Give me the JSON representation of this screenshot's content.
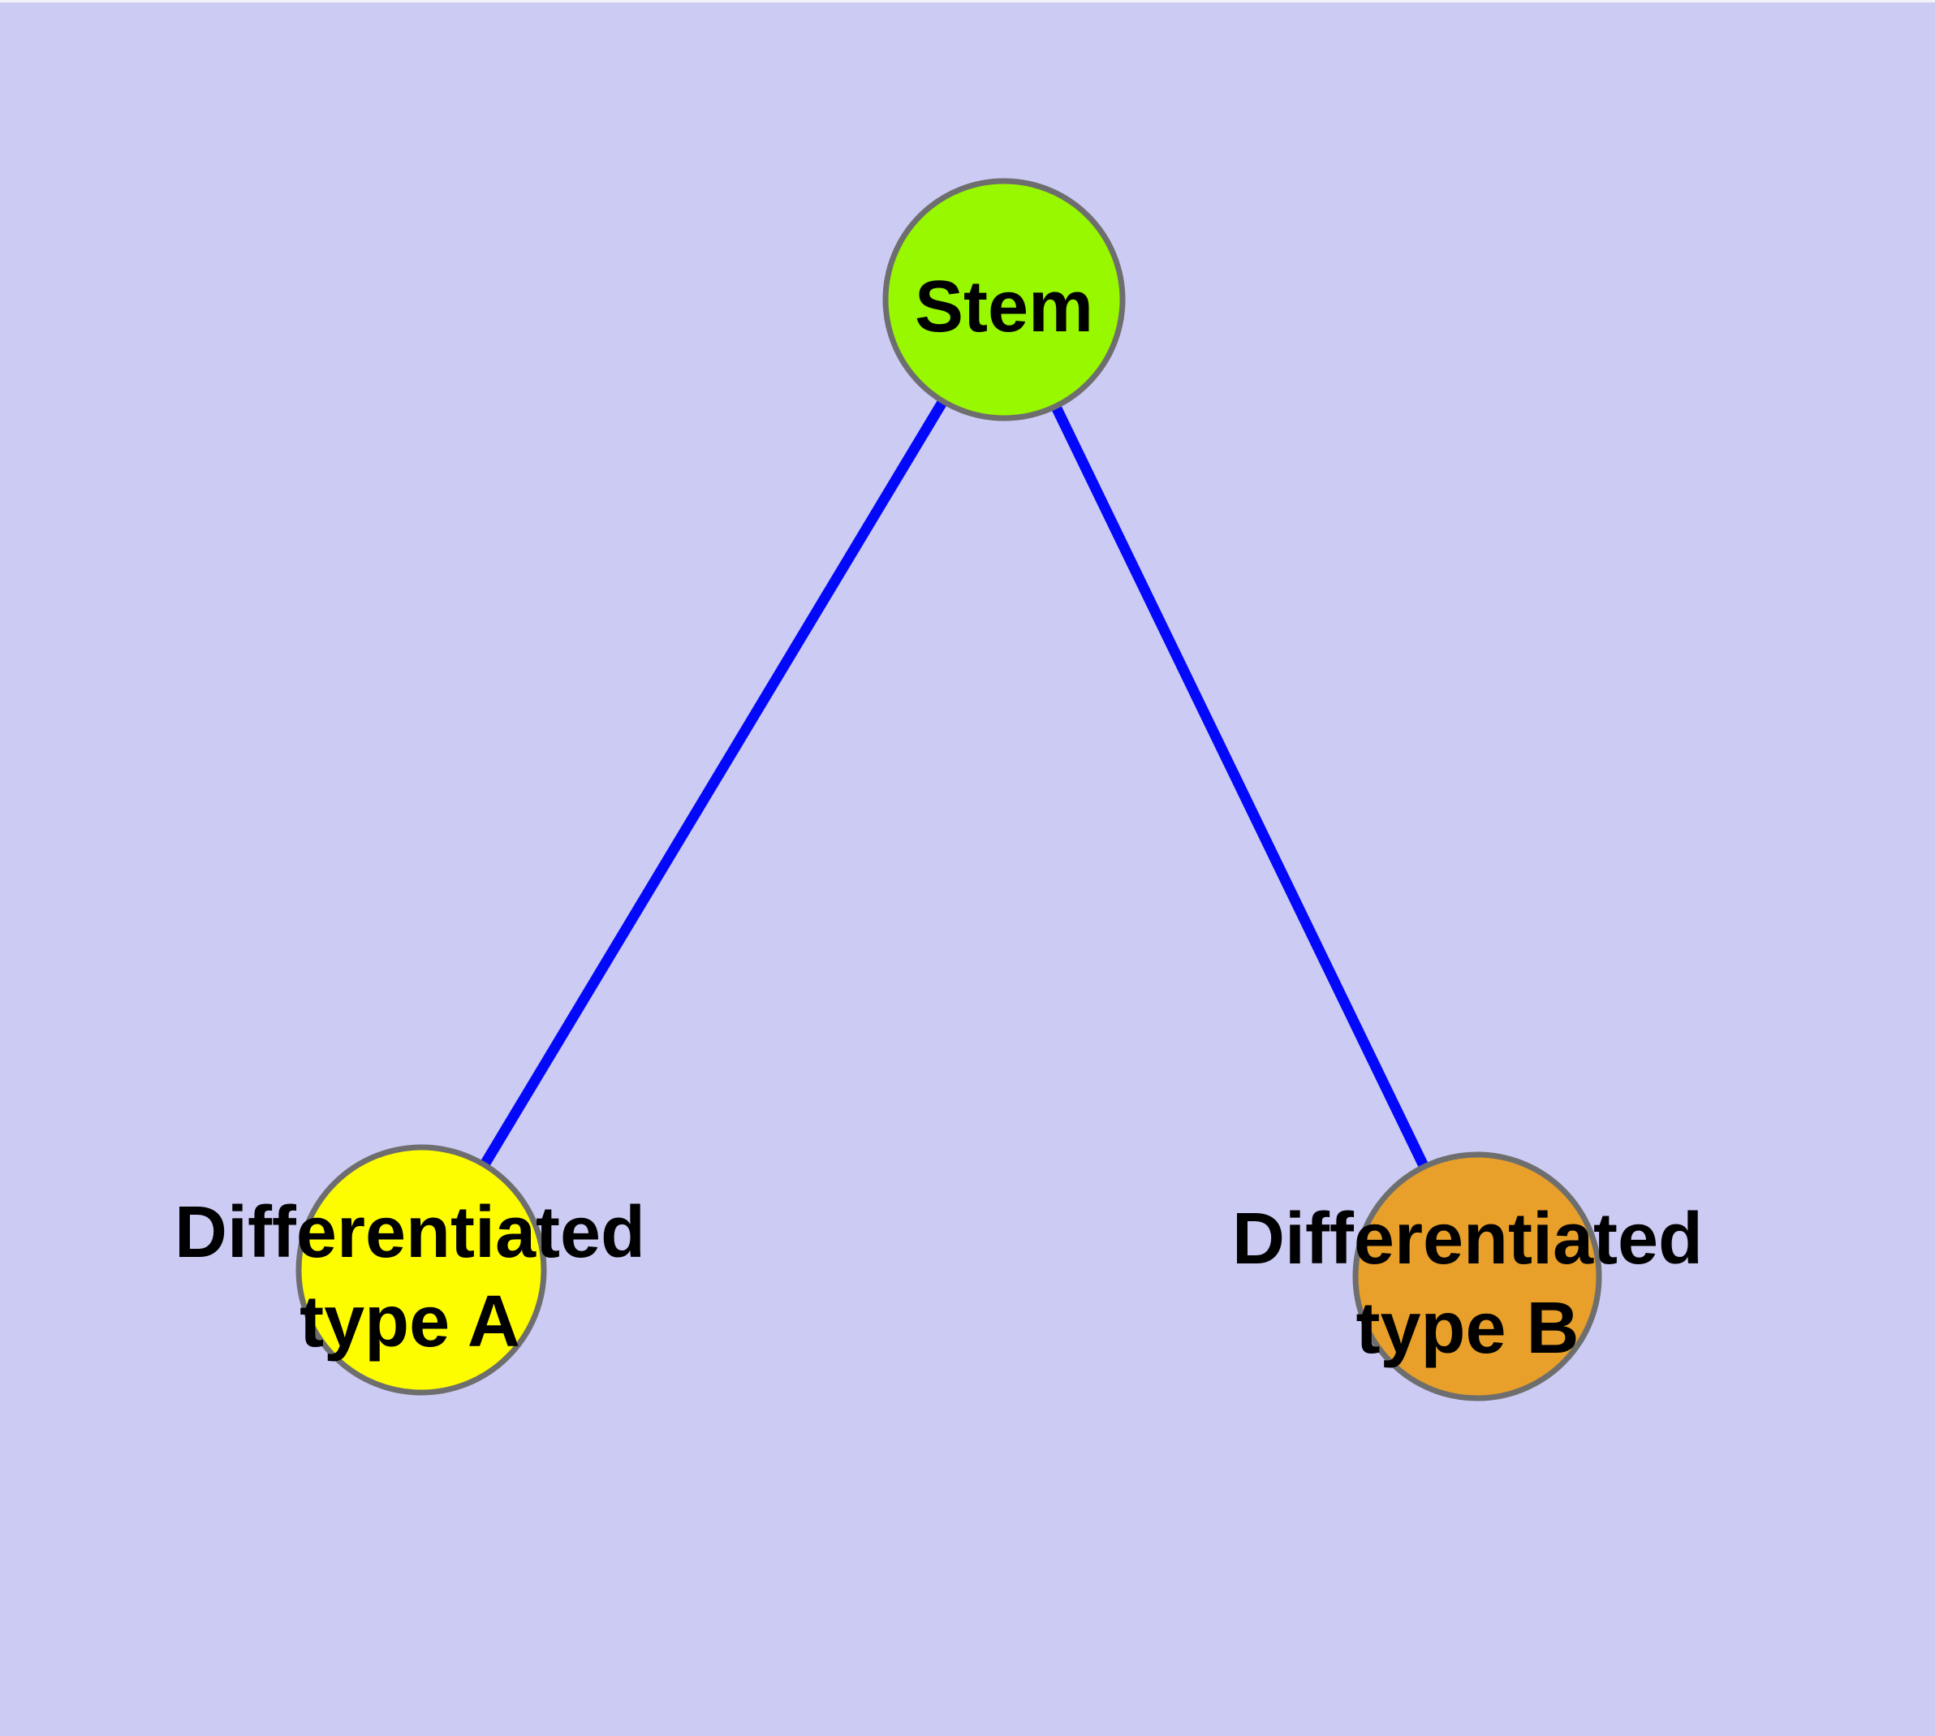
{
  "diagram": {
    "background_color": "#cbcbf4",
    "edge_color": "#0408fa",
    "node_border_color": "#6e6e6e",
    "label_color": "#000000",
    "nodes": {
      "stem": {
        "label": "Stem",
        "color": "#97f800"
      },
      "type_a": {
        "label_line1": "Differentiated",
        "label_line2": "type A",
        "color": "#fdfd00"
      },
      "type_b": {
        "label_line1": "Differentiated",
        "label_line2": "type B",
        "color": "#e8a02a"
      }
    },
    "edges": [
      {
        "from": "Stem",
        "to": "Differentiated type A"
      },
      {
        "from": "Stem",
        "to": "Differentiated type B"
      }
    ]
  }
}
